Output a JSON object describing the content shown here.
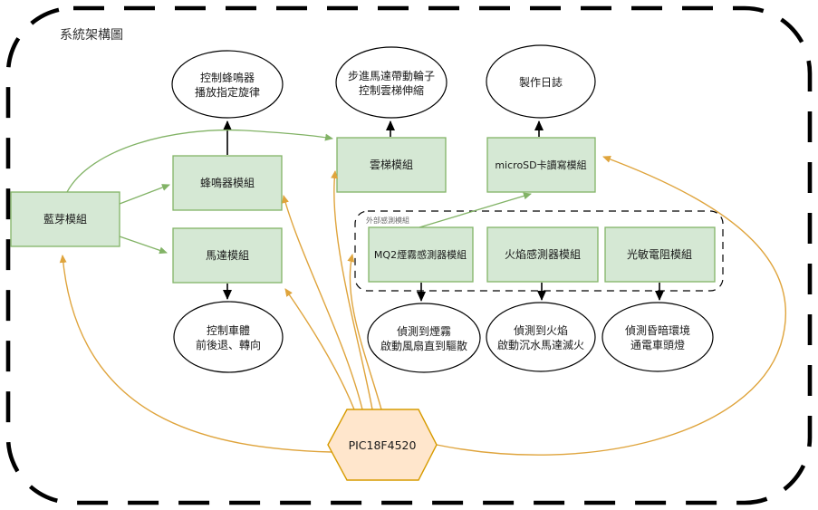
{
  "title": "系統架構圖",
  "group_label": "外部感測模組",
  "colors": {
    "module_fill": "#d5e8d4",
    "module_border": "#82b366",
    "mcu_fill": "#ffe6cc",
    "mcu_border": "#d79b00",
    "edge_black": "#000000",
    "edge_green": "#82b366",
    "edge_orange": "#dfa43c"
  },
  "nodes": {
    "bluetooth": "藍芽模組",
    "buzzer": "蜂鳴器模組",
    "motor": "馬達模組",
    "ladder": "雲梯模組",
    "microsd": "microSD卡讀寫模組",
    "mq2": "MQ2煙霧感測器模組",
    "flame": "火焰感測器模組",
    "ldr": "光敏電阻模組",
    "mcu": "PIC18F4520"
  },
  "outcomes": {
    "buzzer": [
      "控制蜂鳴器",
      "播放指定旋律"
    ],
    "ladder": [
      "步進馬達帶動輪子",
      "控制雲梯伸縮"
    ],
    "log": [
      "製作日誌"
    ],
    "motor": [
      "控制車體",
      "前後退、轉向"
    ],
    "smoke": [
      "偵測到煙霧",
      "啟動風扇直到驅散"
    ],
    "flame": [
      "偵測到火焰",
      "啟動沉水馬達滅火"
    ],
    "dark": [
      "偵測昏暗環境",
      "通電車頭燈"
    ]
  }
}
